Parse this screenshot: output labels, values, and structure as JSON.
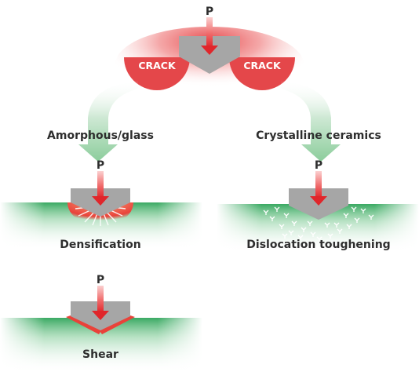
{
  "top": {
    "load_label": "P",
    "crack_left": "CRACK",
    "crack_right": "CRACK"
  },
  "branches": {
    "amorphous": "Amorphous/glass",
    "crystalline": "Crystalline ceramics"
  },
  "mechanisms": {
    "densification": {
      "load_label": "P",
      "label": "Densification"
    },
    "dislocation": {
      "load_label": "P",
      "label": "Dislocation toughening"
    },
    "shear": {
      "load_label": "P",
      "label": "Shear"
    }
  },
  "colors": {
    "indenter": "#a6a6a6",
    "arrow_red": "#e8373a",
    "crack_red": "#e4474a",
    "stress_red": "#ee3b3b",
    "material_green": "#2fa55a",
    "flow_arrow_green": "#a9d8b3",
    "text": "#2e2e2e"
  }
}
